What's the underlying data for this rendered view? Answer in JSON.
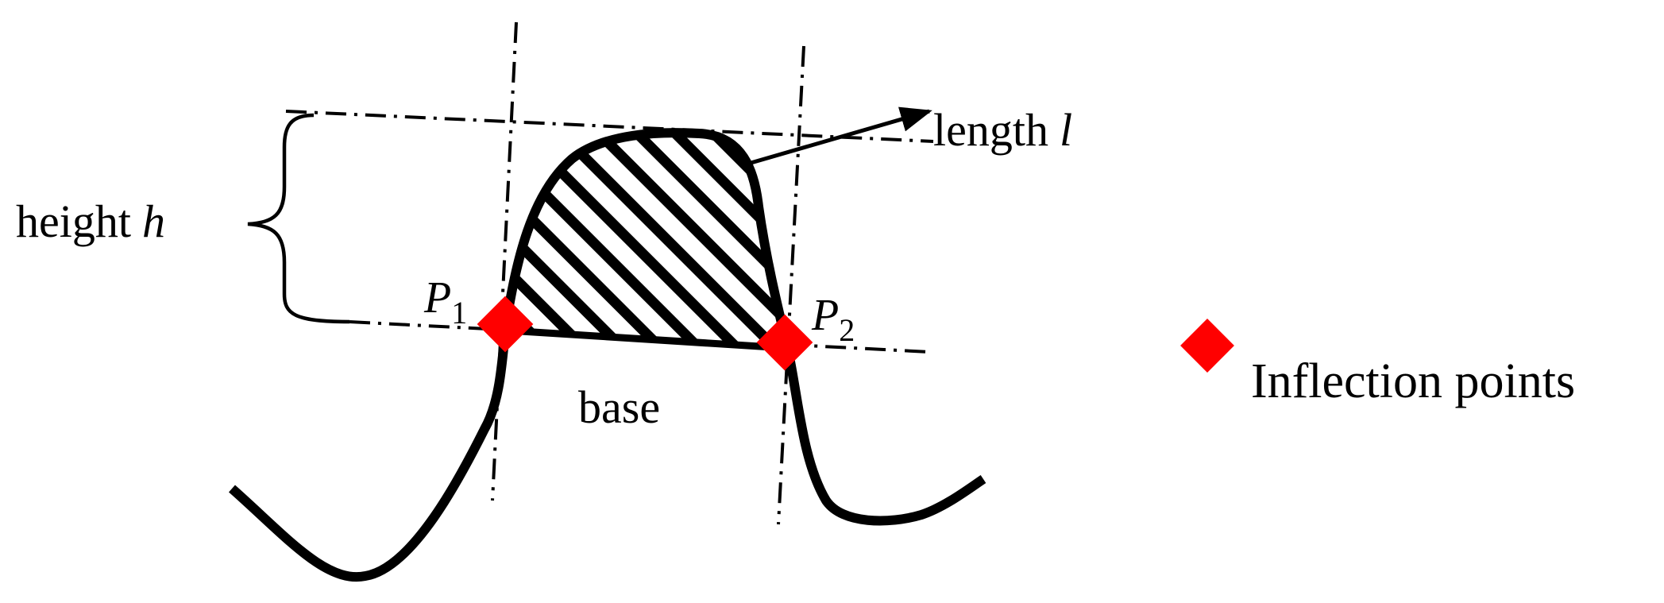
{
  "labels": {
    "height_word": "height",
    "height_var": "h",
    "length_word": "length",
    "length_var": "l",
    "base": "base",
    "p1_letter": "P",
    "p1_sub": "1",
    "p2_letter": "P",
    "p2_sub": "2"
  },
  "legend": {
    "text": "Inflection points",
    "marker_color": "#ff0000"
  },
  "colors": {
    "line": "#000000",
    "marker": "#ff0000",
    "background": "#ffffff"
  }
}
